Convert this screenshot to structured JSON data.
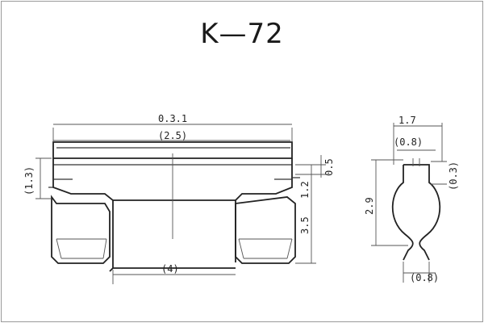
{
  "title": "K—72",
  "dimensions": {
    "overall_width": "0.3.1",
    "inner_width": "(2.5)",
    "base_width": "(4)",
    "left_height": "(1.3)",
    "right_offset": "3.5",
    "right_step": "1.2",
    "small_right": "0.5",
    "profile_top_width": "1.7",
    "profile_inner_width": "(0.8)",
    "profile_height": "2.9",
    "profile_side": "(0.3)",
    "profile_bottom": "(0.8)"
  }
}
